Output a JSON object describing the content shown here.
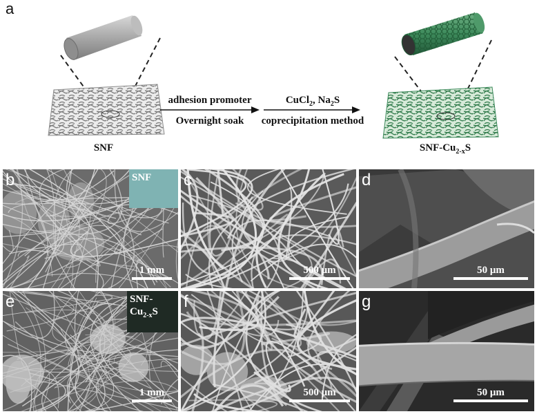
{
  "panel_a": {
    "letter": "a",
    "left_label": "SNF",
    "right_label_main": "SNF-Cu",
    "right_label_sub": "2-x",
    "right_label_tail": "S",
    "step1_line1": "adhesion promoter",
    "step1_line2": "Overnight soak",
    "step2_line1_a": "CuCl",
    "step2_line1_sub": "2",
    "step2_line1_b": ", Na",
    "step2_line1_sub2": "2",
    "step2_line1_c": "S",
    "step2_line2": "coprecipitation method"
  },
  "sem_panels": [
    {
      "letter": "b",
      "scale": "1 mm",
      "inset": "SNF"
    },
    {
      "letter": "c",
      "scale": "500 μm"
    },
    {
      "letter": "d",
      "scale": "50 μm"
    },
    {
      "letter": "e",
      "scale": "1 mm",
      "inset_line1": "SNF-",
      "inset_line2_a": "Cu",
      "inset_line2_sub": "2-x",
      "inset_line2_b": "S"
    },
    {
      "letter": "f",
      "scale": "500 μm"
    },
    {
      "letter": "g",
      "scale": "50 μm"
    }
  ],
  "colors": {
    "grey_fiber": "#9a9a9a",
    "green_fiber": "#3d8a5b",
    "inset_snf": "#7fb3b3",
    "inset_cu": "#1f2a24"
  }
}
